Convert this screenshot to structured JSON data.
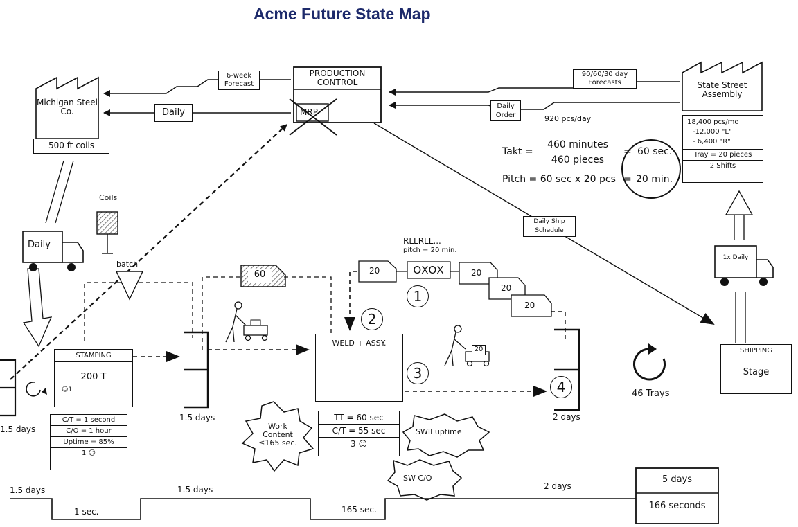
{
  "title": "Acme Future State Map",
  "production_control": {
    "label": "PRODUCTION CONTROL",
    "mrp": "MRP"
  },
  "supplier": {
    "name": "Michigan Steel Co.",
    "material": "500 ft coils"
  },
  "customer": {
    "name": "State Street Assembly",
    "data": [
      "18,400 pcs/mo",
      "-12,000 \"L\"",
      "- 6,400 \"R\"",
      "Tray = 20 pieces",
      "2 Shifts"
    ]
  },
  "info_flows": {
    "forecast_6week": "6-week Forecast",
    "daily_supplier": "Daily",
    "forecast_90_60_30": "90/60/30 day Forecasts",
    "daily_order": "Daily Order",
    "pcs_per_day": "920 pcs/day",
    "daily_ship_schedule": "Daily Ship Schedule"
  },
  "takt": {
    "takt_label": "Takt =",
    "takt_num": "460 minutes",
    "takt_den": "460 pieces",
    "eq1": "=",
    "takt_value": "60 sec.",
    "pitch_label": "Pitch = 60 sec x 20 pcs",
    "eq2": "=",
    "pitch_value": "20 min."
  },
  "trucks": {
    "supplier_truck": "Daily",
    "customer_truck": "1x Daily"
  },
  "signals": {
    "coils": "Coils",
    "batch": "batch",
    "kanban_60": "60"
  },
  "heijunka": {
    "sequence": "RLLRLL...",
    "pitch": "pitch = 20 min.",
    "box": "OXOX",
    "kanban": [
      "20",
      "20",
      "20",
      "20"
    ],
    "kanban_weld": "20"
  },
  "stamping": {
    "name": "STAMPING",
    "press": "200 T",
    "operators": "1",
    "data": [
      "C/T = 1 second",
      "C/O = 1 hour",
      "Uptime = 85%",
      "1"
    ]
  },
  "weld": {
    "name": "WELD + ASSY.",
    "data": [
      "TT = 60 sec",
      "C/T = 55 sec",
      "3"
    ]
  },
  "kaizen": {
    "work_content": "Work Content ≤165 sec.",
    "uptime": "SWII uptime",
    "changeover": "SW C/O"
  },
  "shipping": {
    "name": "SHIPPING",
    "stage": "Stage",
    "trays": "46 Trays"
  },
  "numbers": [
    "1",
    "2",
    "3",
    "4"
  ],
  "inventory": {
    "steel": "1.5 days",
    "after_stamping": "1.5 days",
    "before_shipping": "2 days"
  },
  "timeline": {
    "lead_times": [
      "1.5 days",
      "1.5 days",
      "2 days"
    ],
    "process_times": [
      "1 sec.",
      "165 sec."
    ],
    "total_lead": "5 days",
    "total_process": "166 seconds"
  }
}
